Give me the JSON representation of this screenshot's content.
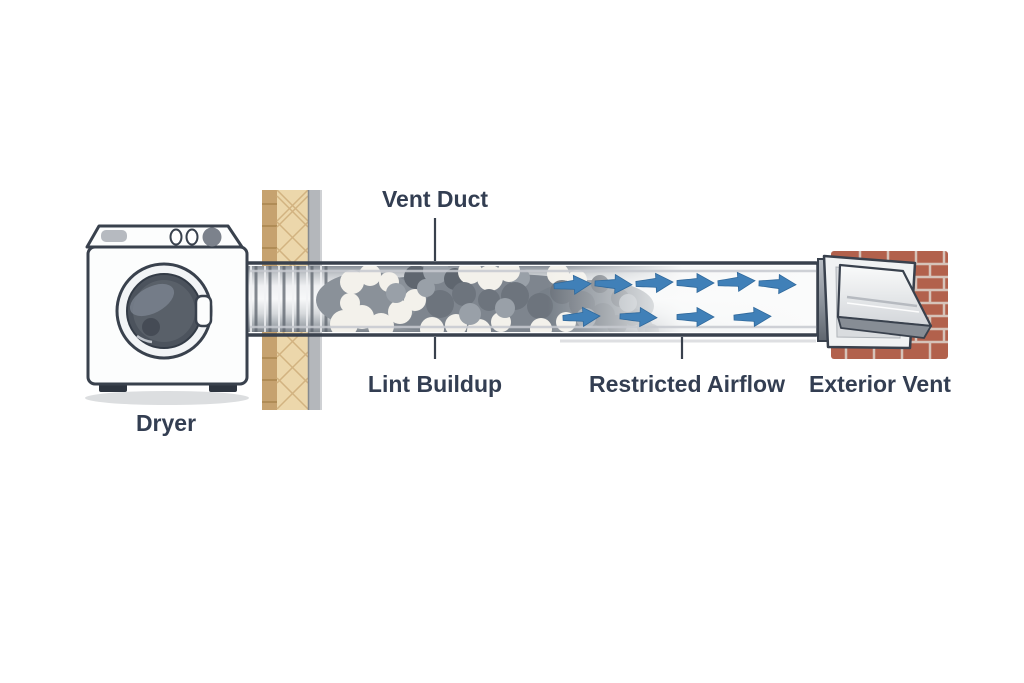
{
  "labels": {
    "dryer": "Dryer",
    "vent_duct": "Vent Duct",
    "lint_buildup": "Lint Buildup",
    "restricted_airflow": "Restricted Airflow",
    "exterior_vent": "Exterior Vent"
  },
  "airflow": {
    "direction": "left-to-right",
    "top_row_arrow_count": 6,
    "bottom_row_arrow_count": 4
  },
  "colors": {
    "label_text": "#333e52",
    "arrow_blue": "#4080b8",
    "outline_dark": "#39414d",
    "duct_metal_light": "#eff0f2",
    "duct_metal_dark": "#7c838b",
    "lint_gray": "#6d747d",
    "lint_light": "#f3f1eb",
    "wall_tan": "#ecd7ab",
    "wall_tan_dark": "#c6a26f",
    "brick_red": "#b2614c",
    "brick_mortar": "#d6c3b9",
    "dryer_white": "#fcfdfd",
    "door_glass": "#596069"
  }
}
